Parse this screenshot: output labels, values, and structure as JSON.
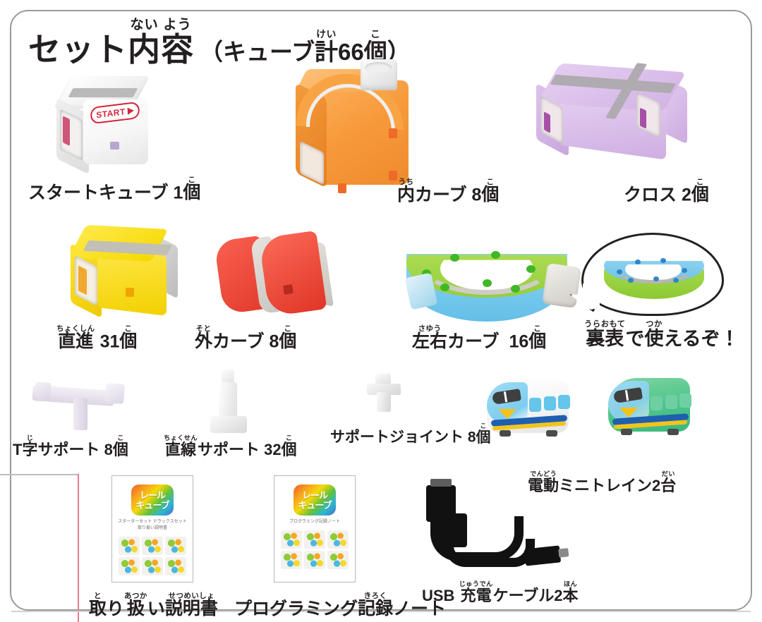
{
  "title": {
    "main_rb": "セット",
    "kanji_1_rt": "ない",
    "kanji_1_rb": "内",
    "kanji_2_rt": "よう",
    "kanji_2_rb": "容",
    "paren_open": "（",
    "cube_word": "キューブ",
    "kei_rt": "けい",
    "kei_rb": "計",
    "total": "66",
    "ko_rt": "こ",
    "ko_rb": "個",
    "paren_close": "）"
  },
  "items": [
    {
      "id": "start-cube",
      "name": "スタートキューブ",
      "qty": "1",
      "unit_rt": "こ",
      "unit_rb": "個",
      "color": "#ffffff",
      "badge": "START"
    },
    {
      "id": "inner-curve",
      "name_rt": "うち",
      "name_rb": "内",
      "name_rest": "カーブ",
      "name": "内カーブ",
      "qty": "8",
      "unit_rt": "こ",
      "unit_rb": "個",
      "color": "#f79a3c"
    },
    {
      "id": "cross",
      "name": "クロス",
      "qty": "2",
      "unit_rt": "こ",
      "unit_rb": "個",
      "color": "#d3b4e6"
    },
    {
      "id": "straight",
      "name_rt": "ちょくしん",
      "name_rb": "直進",
      "name": "直進",
      "qty": "31",
      "unit_rt": "こ",
      "unit_rb": "個",
      "color": "#f5d900"
    },
    {
      "id": "outer-curve",
      "name_rt": "そと",
      "name_rb": "外",
      "name_rest": "カーブ",
      "name": "外カーブ",
      "qty": "8",
      "unit_rt": "こ",
      "unit_rb": "個",
      "color": "#e33b2e"
    },
    {
      "id": "lr-curve",
      "name_rt": "さゆう",
      "name_rb": "左右",
      "name_rest": "カーブ",
      "name": "左右カーブ",
      "qty": "16",
      "unit_rt": "こ",
      "unit_rb": "個",
      "color_top": "#8ecb36",
      "color_bottom": "#63bfe8"
    },
    {
      "id": "t-support",
      "name_prefix": "T",
      "name_rt": "じ",
      "name_rb": "字",
      "name_rest": "サポート",
      "name": "T字サポート",
      "qty": "8",
      "unit_rt": "こ",
      "unit_rb": "個",
      "color": "#e6dff0"
    },
    {
      "id": "straight-support",
      "name_rt": "ちょくせん",
      "name_rb": "直線",
      "name_rest": "サポート",
      "name": "直線サポート",
      "qty": "32",
      "unit_rt": "こ",
      "unit_rb": "個",
      "color": "#ffffff"
    },
    {
      "id": "support-joint",
      "name": "サポートジョイント",
      "qty": "8",
      "unit_rt": "こ",
      "unit_rb": "個",
      "color": "#f2f2f2"
    }
  ],
  "bubble": {
    "rt_1": "うらおもて",
    "rb_1": "裏表",
    "mid": "で",
    "rt_2": "つか",
    "rb_2": "使",
    "tail": "えるぞ！"
  },
  "trains": {
    "rt_1": "でんどう",
    "rb_1": "電動",
    "mid": "ミニトレイン",
    "qty": "2",
    "rt_2": "だい",
    "rb_2": "台",
    "label": "電動ミニトレイン2台",
    "train_1_color": "#ffffff",
    "train_2_color": "#55bf83"
  },
  "booklets": [
    {
      "id": "manual",
      "rt_1": "と",
      "rb_1": "取",
      "mid_1": "り",
      "rt_2": "あつか",
      "rb_2": "扱",
      "mid_2": "い",
      "rt_3": "せつめいしょ",
      "rb_3": "説明書",
      "label": "取り扱い説明書",
      "cover_logo_line1": "レール",
      "cover_logo_line2": "キューブ",
      "cover_sub": "スターターセット\nデラックスセット\n取り扱い説明書"
    },
    {
      "id": "programming-note",
      "prefix": "プログラミング",
      "rt_1": "きろく",
      "rb_1": "記録",
      "suffix": "ノート",
      "label": "プログラミング記録ノート",
      "cover_logo_line1": "レール",
      "cover_logo_line2": "キューブ",
      "cover_sub": "プログラミング記録ノート"
    }
  ],
  "cable": {
    "prefix": "USB ",
    "rt_1": "じゅうでん",
    "rb_1": "充電",
    "mid": "ケーブル",
    "qty": "2",
    "rt_2": "ほん",
    "rb_2": "本",
    "label": "USB 充電ケーブル2本"
  }
}
